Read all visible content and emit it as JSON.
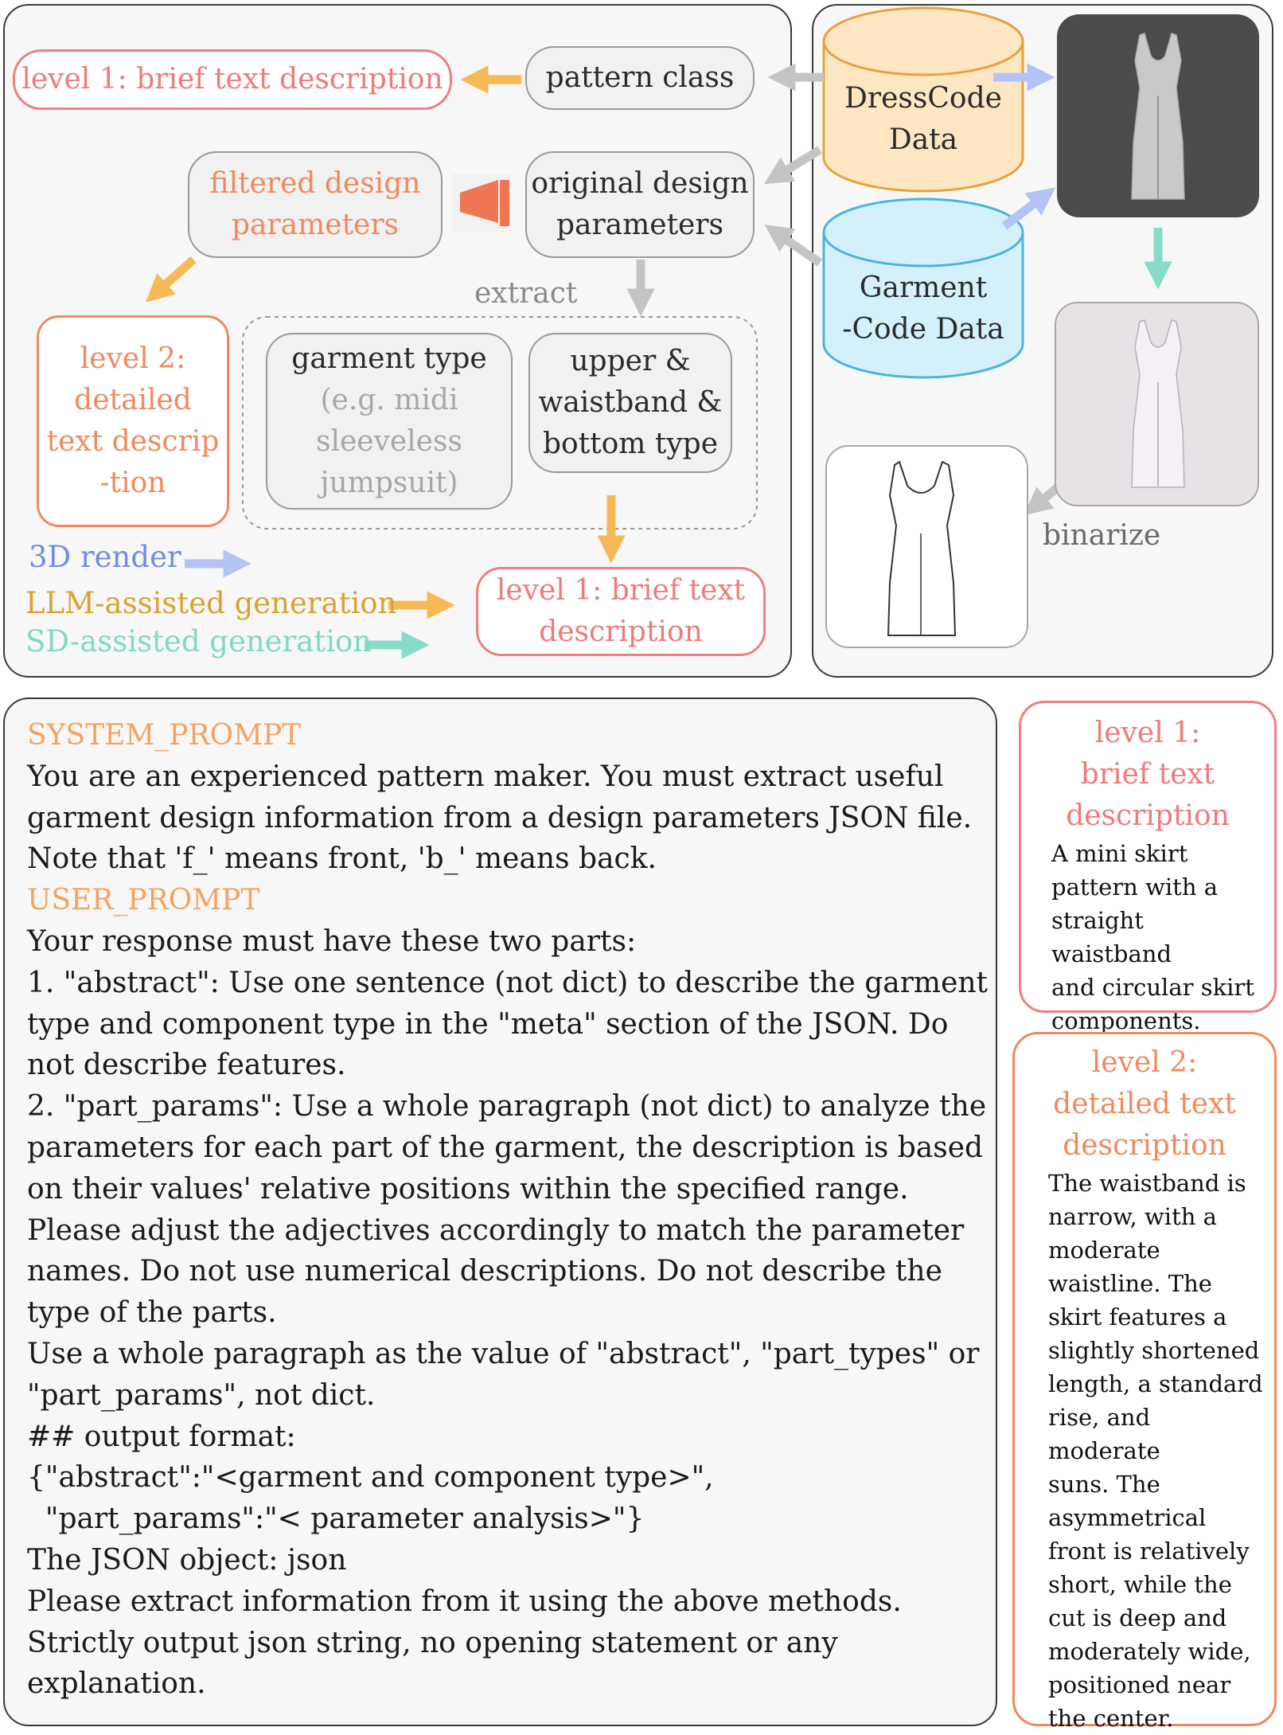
{
  "diagram": {
    "pattern_class": "pattern class",
    "level1_top": "level 1: brief text description",
    "filtered_line1": "filtered design",
    "filtered_line2": "parameters",
    "original_line1": "original design",
    "original_line2": "parameters",
    "extract": "extract",
    "level2_lines": [
      "level 2:",
      "detailed",
      "text descrip",
      "-tion"
    ],
    "garment_type_title": "garment type",
    "garment_type_example": [
      "(e.g. midi",
      "sleeveless",
      "jumpsuit)"
    ],
    "parts_lines": [
      "upper &",
      "waistband &",
      "bottom type"
    ],
    "level1_bottom_line1": "level 1: brief text",
    "level1_bottom_line2": "description",
    "dresscode_line1": "DressCode",
    "dresscode_line2": "Data",
    "garmentcode_line1": "Garment",
    "garmentcode_line2": "-Code Data",
    "binarize": "binarize",
    "legend": {
      "render": "3D render",
      "llm": "LLM-assisted generation",
      "sd": "SD-assisted generation"
    }
  },
  "colors": {
    "pink": "#ee8080",
    "orange": "#f08a5e",
    "yellow_text": "#d9a233",
    "blue": "#6f8ee0",
    "teal": "#7fd9c7",
    "dresscode_fill": "#fde7c2",
    "garmentcode_fill": "#d4f0fb"
  },
  "prompt": {
    "system_label": "SYSTEM_PROMPT",
    "system_lines": [
      "You are an experienced pattern maker. You must extract useful",
      "garment design information from a design parameters JSON file.",
      "Note that 'f_' means front, 'b_' means back."
    ],
    "user_label": "USER_PROMPT",
    "user_lines": [
      "Your response must have these two parts:",
      "1. \"abstract\": Use one sentence (not dict) to describe the garment",
      "type and component type in the \"meta\" section of the JSON. Do",
      "not describe features.",
      "2. \"part_params\": Use a whole paragraph (not dict) to analyze the",
      "parameters for each part of the garment, the description is based",
      "on their values' relative positions within the specified range.",
      "Please adjust the adjectives accordingly to match the parameter",
      "names. Do not use numerical descriptions. Do not describe the",
      "type of the parts.",
      "Use a whole paragraph as the value of \"abstract\", \"part_types\" or",
      "\"part_params\", not dict.",
      "## output format:",
      "{\"abstract\":\"<garment and component type>\",",
      "  \"part_params\":\"< parameter analysis>\"}",
      "The JSON object: json",
      "Please extract information from it using the above methods.",
      "Strictly output json string, no opening statement or any",
      "explanation."
    ]
  },
  "side": {
    "level1_title": [
      "level 1:",
      "brief text",
      "description"
    ],
    "level1_body": [
      "A mini skirt",
      "pattern with a",
      "straight waistband",
      "and circular skirt",
      "components."
    ],
    "level2_title": [
      "level 2:",
      "detailed text",
      "description"
    ],
    "level2_body": [
      "The waistband is",
      "narrow, with a",
      "moderate",
      "waistline. The",
      "skirt features a",
      "slightly shortened",
      "length, a standard",
      "rise, and moderate",
      "suns. The",
      "asymmetrical",
      "front is relatively",
      "short, while the",
      "cut is deep and",
      "moderately wide,",
      "positioned near",
      "the center."
    ]
  }
}
